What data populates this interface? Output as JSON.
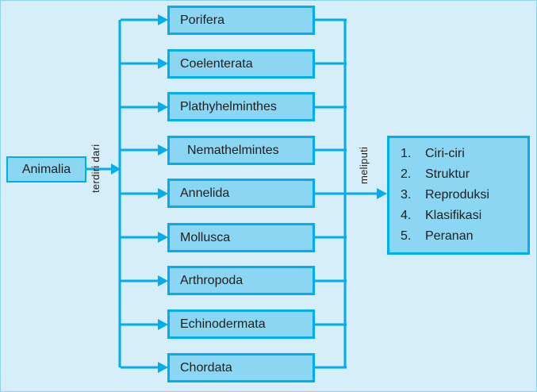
{
  "diagram": {
    "root_label": "Animalia",
    "left_edge_label": "terdiri dari",
    "right_edge_label": "meliputi",
    "phyla": [
      "Porifera",
      "Coelenterata",
      "Plathyhelminthes",
      "Nemathelmintes",
      "Annelida",
      "Mollusca",
      "Arthropoda",
      "Echinodermata",
      "Chordata"
    ],
    "includes": [
      {
        "num": "1.",
        "label": "Ciri-ciri"
      },
      {
        "num": "2.",
        "label": "Struktur"
      },
      {
        "num": "3.",
        "label": "Reproduksi"
      },
      {
        "num": "4.",
        "label": "Klasifikasi"
      },
      {
        "num": "5.",
        "label": "Peranan"
      }
    ],
    "colors": {
      "background": "#d5eef9",
      "box_fill": "#8bd7f3",
      "line": "#00aeef",
      "text": "#1d1d1b"
    }
  }
}
